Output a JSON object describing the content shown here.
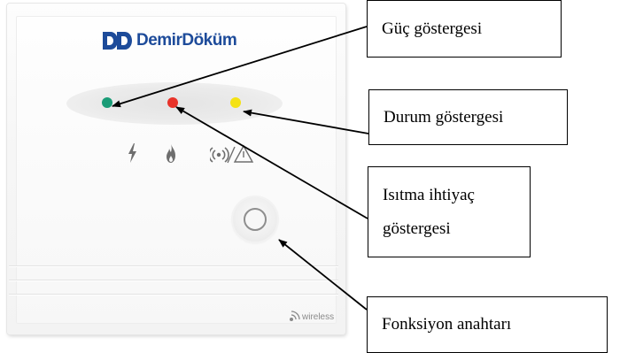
{
  "device": {
    "brand": "DemirDöküm",
    "wireless_label": "wireless",
    "indicators": [
      {
        "name": "power",
        "color": "#1a9c77",
        "symbol": "lightning-icon"
      },
      {
        "name": "heating",
        "color": "#e8332a",
        "symbol": "flame-icon"
      },
      {
        "name": "status",
        "color": "#f4e214",
        "symbol": "wireless-warning-icon"
      }
    ],
    "colors": {
      "brand_blue": "#1d4b9a",
      "panel": "#f6f6f6"
    }
  },
  "callouts": {
    "power": "Güç göstergesi",
    "status": "Durum göstergesi",
    "heating_line1": "Isıtma ihtiyaç",
    "heating_line2": "göstergesi",
    "function_switch": "Fonksiyon anahtarı"
  }
}
